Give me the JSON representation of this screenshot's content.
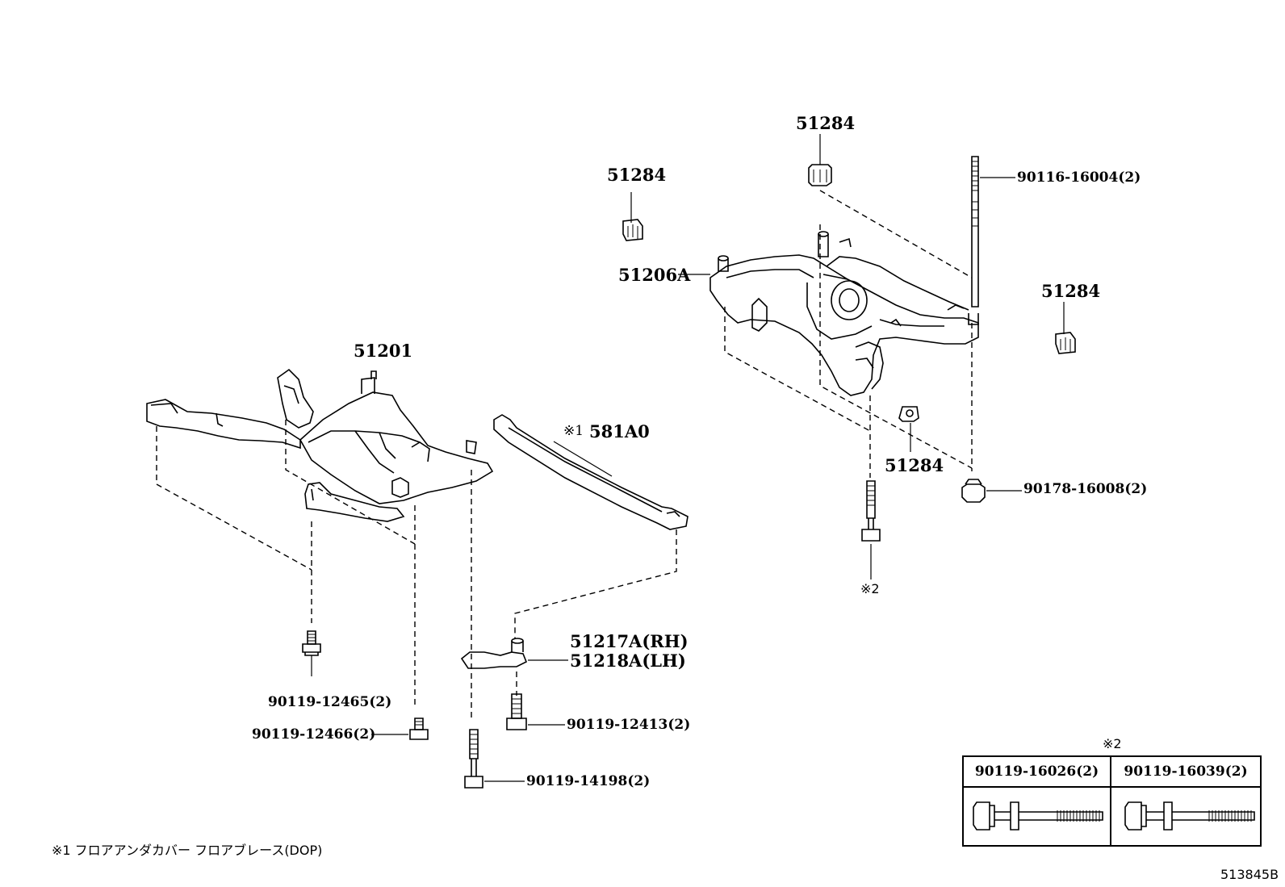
{
  "parts": {
    "p51201": "51201",
    "p581A0_mark": "※1",
    "p581A0": "581A0",
    "p51206A": "51206A",
    "p51284_a": "51284",
    "p51284_b": "51284",
    "p51284_c": "51284",
    "p51284_d": "51284",
    "p90116": "90116-16004(2)",
    "p90178": "90178-16008(2)",
    "p51217": "51217A(RH)",
    "p51218": "51218A(LH)",
    "p90119_12465": "90119-12465(2)",
    "p90119_12466": "90119-12466(2)",
    "p90119_12413": "90119-12413(2)",
    "p90119_14198": "90119-14198(2)",
    "mark2": "※2"
  },
  "legend": {
    "mark": "※2",
    "col1": "90119-16026(2)",
    "col2": "90119-16039(2)"
  },
  "footnote": "※1 フロアアンダカバー フロアブレース(DOP)",
  "reference": "513845B"
}
